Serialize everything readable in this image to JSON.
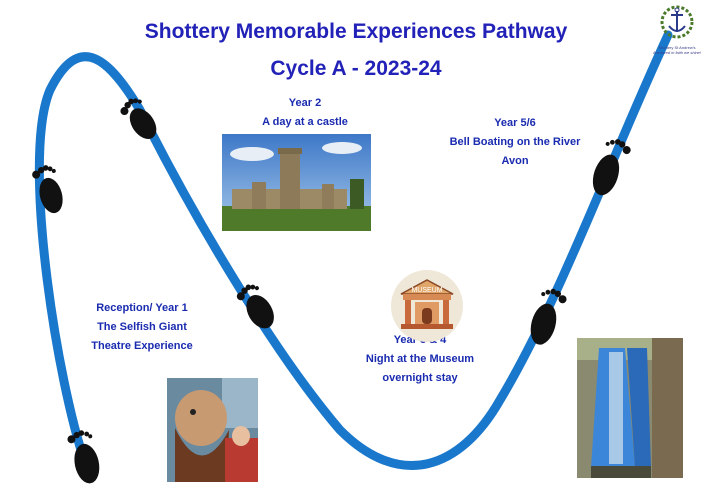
{
  "title": "Shottery Memorable Experiences Pathway",
  "subtitle": "Cycle A - 2023-24",
  "logo": {
    "school_name": "Shottery St Andrew's",
    "motto": "Anchored in faith we shine!",
    "colors": {
      "wreath": "#4a7a2a",
      "anchor": "#2a3a8a"
    }
  },
  "stages": {
    "year2": {
      "heading": "Year 2",
      "activity": "A day at a castle"
    },
    "year56": {
      "heading": "Year 5/6",
      "line1": "Bell Boating on the River",
      "line2": "Avon"
    },
    "reception": {
      "heading": "Reception/ Year 1",
      "line1": "The Selfish Giant",
      "line2": "Theatre Experience"
    },
    "year34": {
      "heading": "Year 3 & 4",
      "line1": "Night at the Museum",
      "line2": "overnight stay"
    }
  },
  "museum_icon_text": "MUSEUM",
  "colors": {
    "title": "#2222b8",
    "label": "#1a2bb0",
    "path": "#1a78cc",
    "foot": "#111111"
  }
}
